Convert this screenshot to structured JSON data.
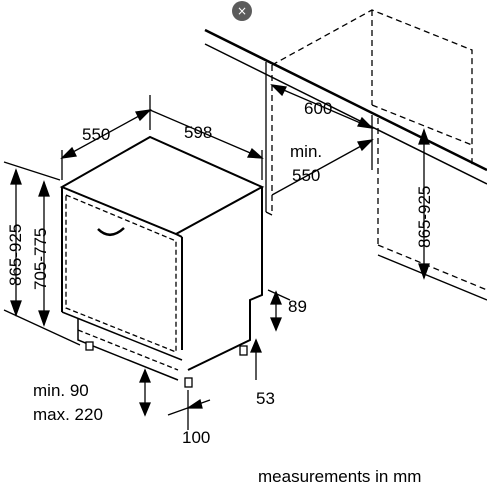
{
  "close_button": {
    "label": "×",
    "icon": "close-icon"
  },
  "dimensions": {
    "depth": "550",
    "width": "598",
    "niche_width": "600",
    "niche_depth_min_line1": "min.",
    "niche_depth_min_line2": "550",
    "height_left": "865-925",
    "height_inner": "705-775",
    "niche_height": "865-925",
    "plinth_height": "89",
    "foot_offset": "53",
    "kick_min": "min. 90",
    "kick_max": "max. 220",
    "foot_setback": "100"
  },
  "footer": {
    "caption": "measurements in mm"
  }
}
